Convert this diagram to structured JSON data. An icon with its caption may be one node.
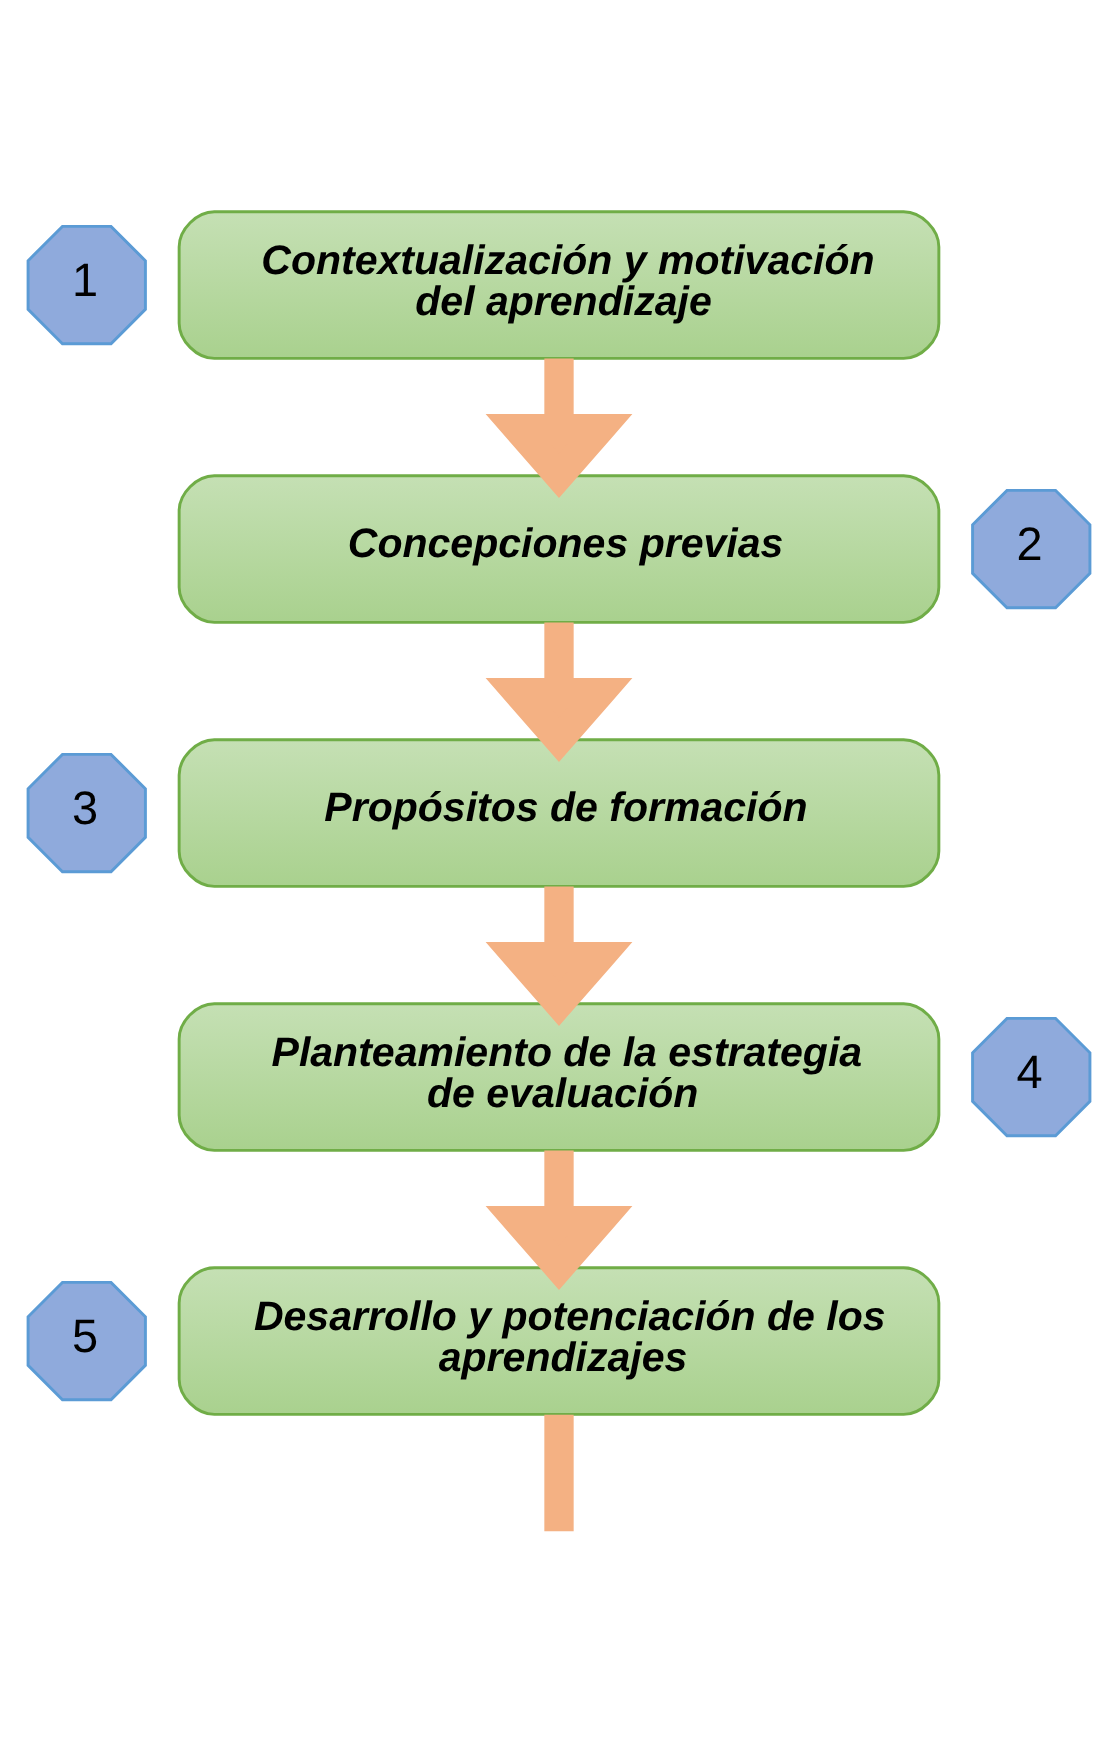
{
  "diagram": {
    "nodes": [
      {
        "text": [
          "1"
        ]
      },
      {
        "text": [
          "Contextualización y motivación del aprendizaje"
        ]
      },
      {
        "text": [
          "Concepciones previas"
        ]
      },
      {
        "text": [
          "2"
        ]
      },
      {
        "text": [
          "3"
        ]
      },
      {
        "text": [
          "Propósitos de formación"
        ]
      },
      {
        "text": [
          "Planteamiento de la estrategia de evaluación"
        ]
      },
      {
        "text": [
          "4"
        ]
      },
      {
        "text": [
          "5"
        ]
      },
      {
        "text": [
          "Desarrollo y potenciación de los aprendizajes"
        ]
      }
    ],
    "edges": [
      {
        "from": 1,
        "to": 2,
        "arrow": "to"
      },
      {
        "from": 2,
        "to": 5,
        "arrow": "to"
      },
      {
        "from": 5,
        "to": 6,
        "arrow": "to"
      },
      {
        "from": 6,
        "to": 9,
        "arrow": "to"
      },
      {
        "from": 9,
        "to": null,
        "arrow": "none"
      }
    ]
  }
}
